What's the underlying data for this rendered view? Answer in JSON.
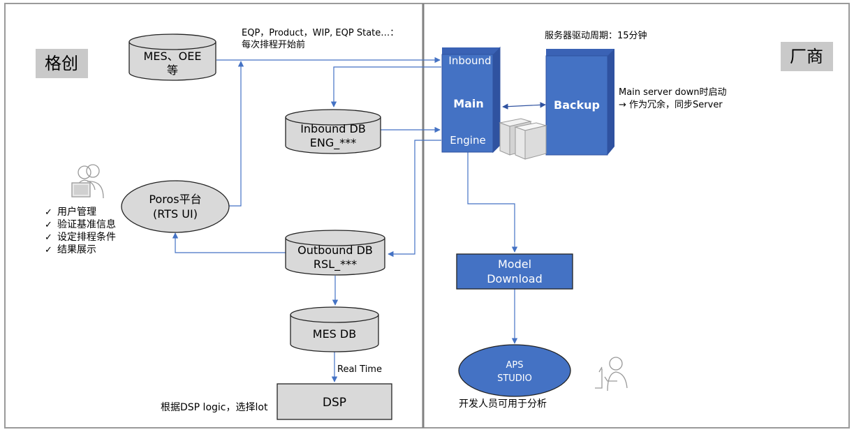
{
  "regions": {
    "left_label": "格创",
    "right_label": "厂商"
  },
  "databases": {
    "mes_oee": [
      "MES、OEE",
      "等"
    ],
    "inbound_db": [
      "Inbound DB",
      "ENG_***"
    ],
    "outbound_db": [
      "Outbound DB",
      "RSL_***"
    ],
    "mes_db": [
      "MES DB"
    ]
  },
  "poros": [
    "Poros平台",
    "(RTS UI)"
  ],
  "features": [
    "用户管理",
    "验证基准信息",
    "设定排程条件",
    "结果展示"
  ],
  "check_mark": "✓",
  "main_server": {
    "inbound_label": "Inbound",
    "main_label": "Main",
    "engine_label": "Engine"
  },
  "backup_server": {
    "label": "Backup"
  },
  "model_download": [
    "Model",
    "Download"
  ],
  "aps_studio": [
    "APS",
    "STUDIO"
  ],
  "dsp": {
    "label": "DSP"
  },
  "annotations": {
    "eqp_note": [
      "EQP，Product，WIP, EQP State…：",
      "每次排程开始前"
    ],
    "cycle_note": "服务器驱动周期：15分钟",
    "backup_note": [
      "Main server down时启动",
      "→ 作为冗余，同步Server"
    ],
    "realtime": "Real Time",
    "dsp_note": "根据DSP logic，选择lot",
    "aps_note": "开发人员可用于分析"
  },
  "icons": {
    "user_group": "users-icon",
    "developer": "developer-icon",
    "server_rack": "server-icon"
  },
  "colors": {
    "server_blue": "#4472C4",
    "server_dark": "#2F52A0",
    "db_gray": "#D9D9D9",
    "arrow_blue": "#4472C4",
    "divider": "#808080",
    "label_bg": "#C9C9C9"
  }
}
